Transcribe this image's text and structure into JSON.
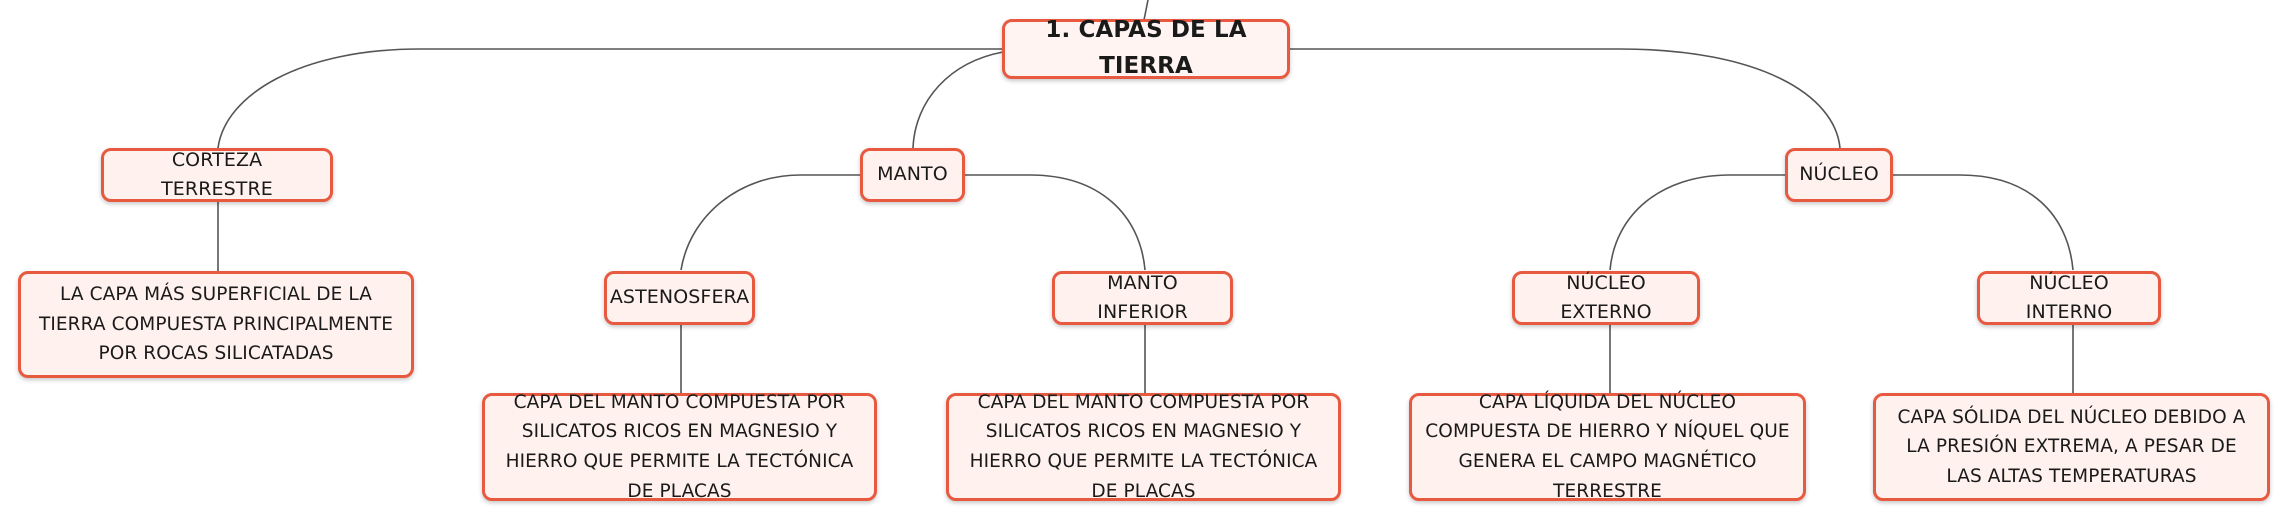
{
  "colors": {
    "border": "#e85a40",
    "fill": "#fff1ee",
    "line": "#555555",
    "text": "#1a1a1a"
  },
  "root": {
    "label": "1. CAPAS DE LA TIERRA"
  },
  "branches": [
    {
      "label": "CORTEZA TERRESTRE",
      "description": "LA CAPA MÁS SUPERFICIAL DE LA TIERRA COMPUESTA PRINCIPALMENTE POR ROCAS SILICATADAS"
    },
    {
      "label": "MANTO",
      "children": [
        {
          "label": "ASTENOSFERA",
          "description": "CAPA DEL MANTO COMPUESTA POR SILICATOS RICOS EN MAGNESIO Y HIERRO QUE PERMITE LA TECTÓNICA DE PLACAS"
        },
        {
          "label": "MANTO INFERIOR",
          "description": "CAPA DEL MANTO COMPUESTA POR SILICATOS RICOS EN MAGNESIO Y HIERRO QUE PERMITE LA TECTÓNICA DE PLACAS"
        }
      ]
    },
    {
      "label": "NÚCLEO",
      "children": [
        {
          "label": "NÚCLEO EXTERNO",
          "description": "CAPA LÍQUIDA DEL NÚCLEO COMPUESTA DE HIERRO Y NÍQUEL QUE GENERA EL CAMPO MAGNÉTICO TERRESTRE"
        },
        {
          "label": "NÚCLEO INTERNO",
          "description": "CAPA SÓLIDA DEL NÚCLEO DEBIDO A LA PRESIÓN EXTREMA, A PESAR DE LAS ALTAS TEMPERATURAS"
        }
      ]
    }
  ]
}
